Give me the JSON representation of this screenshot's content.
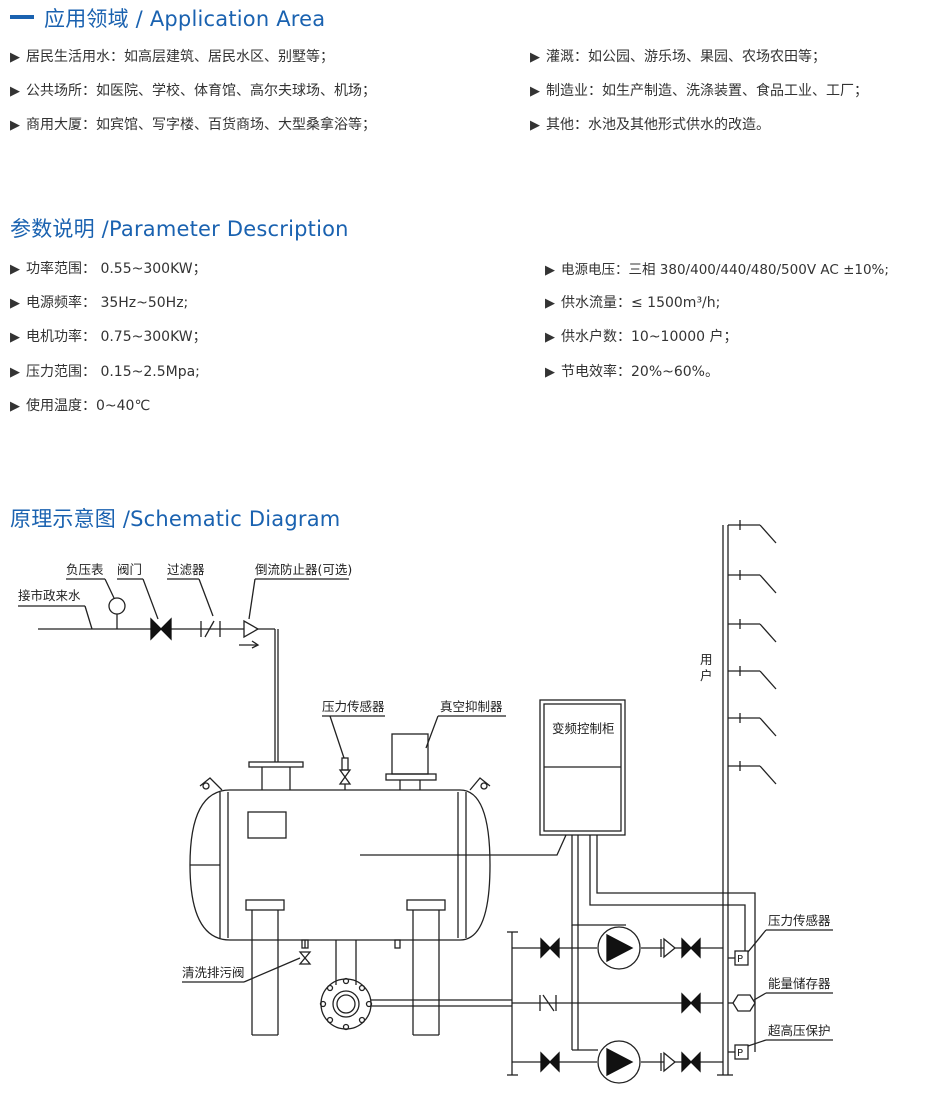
{
  "application": {
    "title": "应用领域 / Application Area",
    "items_left": [
      "居民生活用水：如高层建筑、居民水区、别墅等；",
      "公共场所：如医院、学校、体育馆、高尔夫球场、机场；",
      "商用大厦：如宾馆、写字楼、百货商场、大型桑拿浴等；"
    ],
    "items_right": [
      "灌溉：如公园、游乐场、果园、农场农田等；",
      "制造业：如生产制造、洗涤装置、食品工业、工厂；",
      "其他：水池及其他形式供水的改造。"
    ]
  },
  "parameters": {
    "title": "参数说明 /Parameter Description",
    "items_left": [
      "功率范围：  0.55~300KW；",
      "电源频率：  35Hz~50Hz;",
      "电机功率：  0.75~300KW；",
      "压力范围：  0.15~2.5Mpa;",
      "使用温度：0~40℃"
    ],
    "items_right": [
      "电源电压：三相 380/400/440/480/500V AC ±10%;",
      "供水流量：≤ 1500m³/h;",
      "供水户数：10~10000 户；",
      "节电效率：20%~60%。"
    ]
  },
  "schematic": {
    "title": "原理示意图 /Schematic Diagram",
    "labels": {
      "negative_pressure_gauge": "负压表",
      "valve": "阀门",
      "filter": "过滤器",
      "backflow_preventer": "倒流防止器(可选)",
      "municipal_inlet": "接市政来水",
      "pressure_sensor_tank": "压力传感器",
      "vacuum_suppressor": "真空抑制器",
      "vfd_cabinet": "变频控制柜",
      "users": "用户",
      "cleaning_drain_valve": "清洗排污阀",
      "pressure_sensor_pipe": "压力传感器",
      "energy_storage": "能量储存器",
      "overpressure_protection": "超高压保护",
      "p_mark_1": "P",
      "p_mark_2": "P"
    }
  }
}
